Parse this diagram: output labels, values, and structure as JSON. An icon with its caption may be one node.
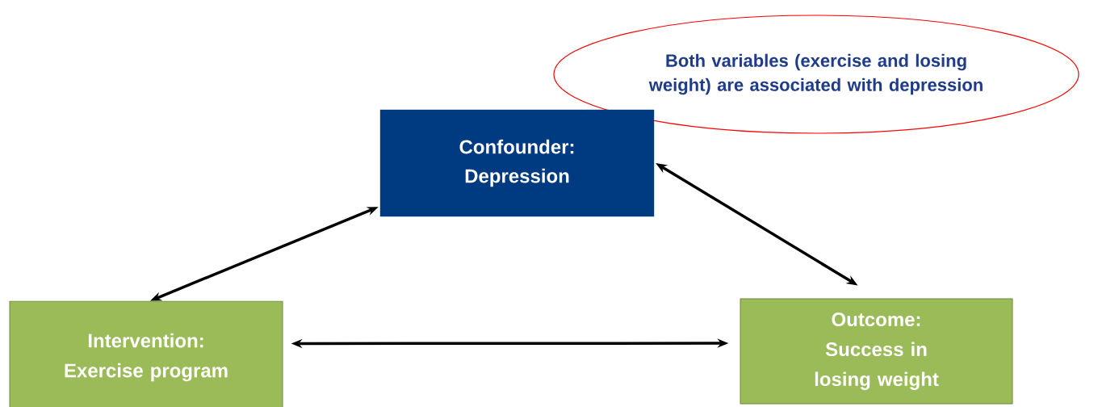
{
  "diagram": {
    "nodes": [
      {
        "text": [
          "Both variables (exercise and losing weight) are associated with depression"
        ]
      },
      {
        "text": [
          "Confounder:",
          "Depression"
        ]
      },
      {
        "text": [
          "Intervention:",
          "Exercise program"
        ]
      },
      {
        "text": [
          "Outcome:",
          "Success in losing weight"
        ]
      }
    ],
    "edges": [
      {
        "from": 2,
        "to": 1,
        "arrow": "both"
      },
      {
        "from": 1,
        "to": 3,
        "arrow": "both"
      },
      {
        "from": 2,
        "to": 3,
        "arrow": "both"
      }
    ]
  }
}
